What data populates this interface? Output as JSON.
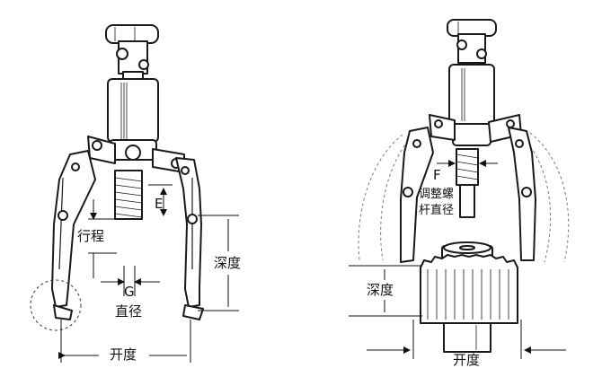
{
  "left_diagram": {
    "label_e": "E",
    "label_stroke": "行程",
    "label_g": "G",
    "label_diameter": "直径",
    "label_depth": "深度",
    "label_opening": "开度"
  },
  "right_diagram": {
    "label_f": "F",
    "label_screw_line1": "调整螺",
    "label_screw_line2": "杆直径",
    "label_depth": "深度",
    "label_opening": "开度"
  }
}
